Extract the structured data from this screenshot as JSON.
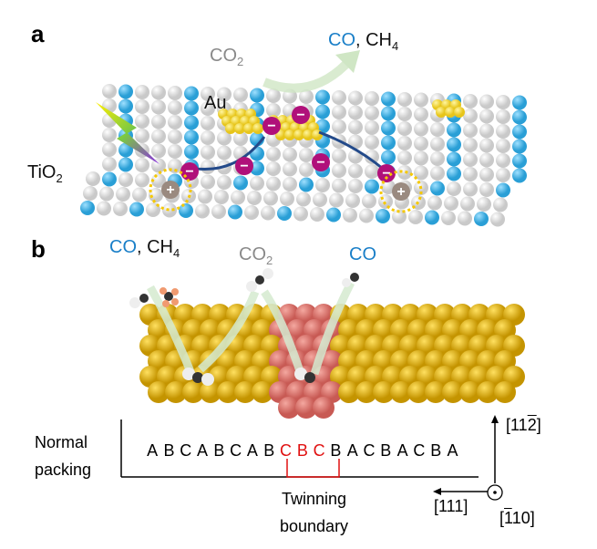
{
  "panel_a": {
    "label": "a",
    "co2": "CO",
    "co2_sub": "2",
    "products_co": "CO",
    "products_sep": ", CH",
    "products_sub": "4",
    "au_label": "Au",
    "tio2": "TiO",
    "tio2_sub": "2",
    "colors": {
      "tio2_blue": "#3aaee0",
      "tio2_white": "#f2f2f2",
      "au": "#f2d433",
      "electron": "#b0107a",
      "hole": "#9a8a80"
    }
  },
  "panel_b": {
    "label": "b",
    "left_co": "CO",
    "left_sep": ", CH",
    "left_sub": "4",
    "mid_co2": "CO",
    "mid_sub": "2",
    "right_co": "CO",
    "normal_packing_line1": "Normal",
    "normal_packing_line2": "packing",
    "sequence": [
      {
        "t": "A",
        "twin": false
      },
      {
        "t": "B",
        "twin": false
      },
      {
        "t": "C",
        "twin": false
      },
      {
        "t": "A",
        "twin": false
      },
      {
        "t": "B",
        "twin": false
      },
      {
        "t": "C",
        "twin": false
      },
      {
        "t": "A",
        "twin": false
      },
      {
        "t": "B",
        "twin": false
      },
      {
        "t": "C",
        "twin": true
      },
      {
        "t": "B",
        "twin": true
      },
      {
        "t": "C",
        "twin": true
      },
      {
        "t": "B",
        "twin": false
      },
      {
        "t": "A",
        "twin": false
      },
      {
        "t": "C",
        "twin": false
      },
      {
        "t": "B",
        "twin": false
      },
      {
        "t": "A",
        "twin": false
      },
      {
        "t": "C",
        "twin": false
      },
      {
        "t": "B",
        "twin": false
      },
      {
        "t": "A",
        "twin": false
      }
    ],
    "twinning_line1": "Twinning",
    "twinning_line2": "boundary",
    "axis_up": {
      "pre": "[11",
      "bar": "2",
      "post": "]"
    },
    "axis_left": "[111]",
    "axis_out": {
      "pre": "[",
      "bar": "1",
      "post": "10]"
    },
    "colors": {
      "gold": "#e0b800",
      "twin": "#d9706a",
      "twin_text": "#e01010"
    }
  }
}
